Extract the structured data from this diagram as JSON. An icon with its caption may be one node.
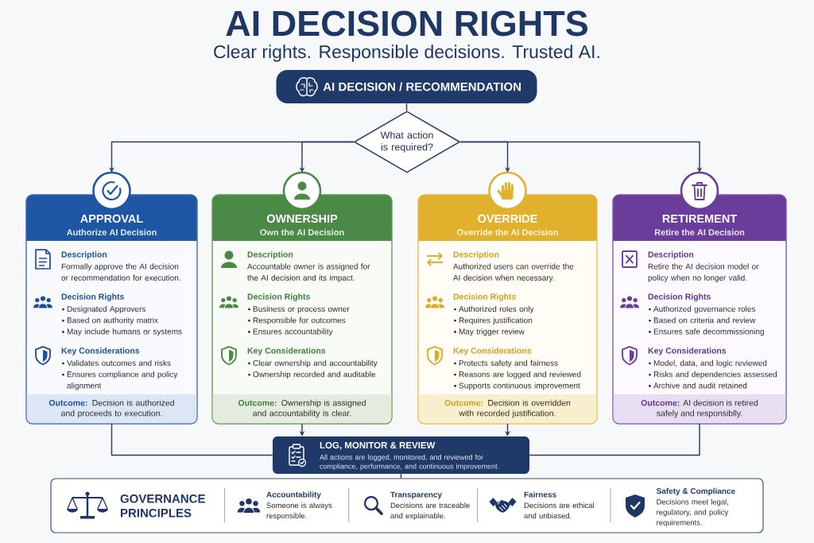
{
  "diagram": {
    "title": "AI DECISION RIGHTS",
    "nodes": [
      {
        "text": [
          "AI DECISION / RECOMMENDATION"
        ]
      },
      {
        "text": [
          "What action is required?"
        ]
      },
      {
        "text": [
          "APPROVAL",
          "Authorize AI Decision",
          "Description",
          "Formally approve the AI decision or recommendation for execution.",
          "Decision Rights",
          "Designated Approvers",
          "Based on authority matrix",
          "May include humans or systems",
          "Key Considerations",
          "Validates outcomes and risks",
          "Ensures compliance and policy alignment"
        ]
      },
      {
        "text": [
          "**Outcome:** Decision is authorized and proceeds to execution."
        ],
        "in": 2
      },
      {
        "text": [
          "OWNERSHIP",
          "Own the AI Decision",
          "Description",
          "Accountable owner is assigned for the AI decision and its impact.",
          "Decision Rights",
          "Business or process owner",
          "Responsible for outcomes",
          "Ensures accountability",
          "Key Considerations",
          "Clear ownership and accountability",
          "Ownership recorded and auditable"
        ]
      },
      {
        "text": [
          "**Outcome:** Ownership is assigned and accountability is clear."
        ],
        "in": 4
      },
      {
        "text": [
          "OVERRIDE",
          "Override the AI Decision",
          "Description",
          "Authorized users can override the AI decision when necessary.",
          "Decision Rights",
          "Authorized roles only",
          "Requires justification",
          "May trigger review",
          "Key Considerations",
          "Protects safety and fairness",
          "Reasons are logged and reviewed",
          "Supports continuous improvement"
        ]
      },
      {
        "text": [
          "**Outcome:** Decision is overridden with recorded justification."
        ],
        "in": 6
      },
      {
        "text": [
          "RETIREMENT",
          "Retire the AI Decision",
          "Description",
          "Retire the AI decision model or policy when no longer valid.",
          "Decision Rights",
          "Authorized governance roles",
          "Based on criteria and review",
          "Ensures safe decommissioning",
          "Key Considerations",
          "Model, data, and logic reviewed",
          "Risks and dependencies assessed",
          "Archive and audit retained"
        ]
      },
      {
        "text": [
          "**Outcome:** AI decision is retired safely and responsiblly."
        ],
        "in": 8
      },
      {
        "text": [
          "LOG, MONITOR & REVIEW",
          "All actions are logged, monitored, and reviewed for compliance, performance, and continuous improvement."
        ]
      },
      {
        "text": [
          "GOVERNANCE PRINCIPLES",
          "Accountability",
          "Someone is always responsible.",
          "Transparency",
          "Decisions are traceable and explainable.",
          "Fairness",
          "Decisions are ethical and unbiased.",
          "Safety & Compliance",
          "Decisions meet legal, regulatory, and policy requirements."
        ]
      }
    ],
    "edges": [
      {
        "from": 0,
        "to": 1,
        "arrow": "none"
      },
      {
        "from": 1,
        "to": 2,
        "arrow": "to"
      },
      {
        "from": 1,
        "to": 4,
        "arrow": "to"
      },
      {
        "from": 1,
        "to": 6,
        "arrow": "to"
      },
      {
        "from": 1,
        "to": 8,
        "arrow": "to"
      },
      {
        "from": 2,
        "to": 10,
        "arrow": "none"
      },
      {
        "from": 4,
        "to": 10,
        "arrow": "to"
      },
      {
        "from": 6,
        "to": 10,
        "arrow": "to"
      },
      {
        "from": 8,
        "to": 10,
        "arrow": "none"
      },
      {
        "from": 10,
        "to": 11,
        "arrow": "none"
      }
    ],
    "labels": [
      "Clear rights. Responsible decisions. Trusted AI."
    ]
  }
}
